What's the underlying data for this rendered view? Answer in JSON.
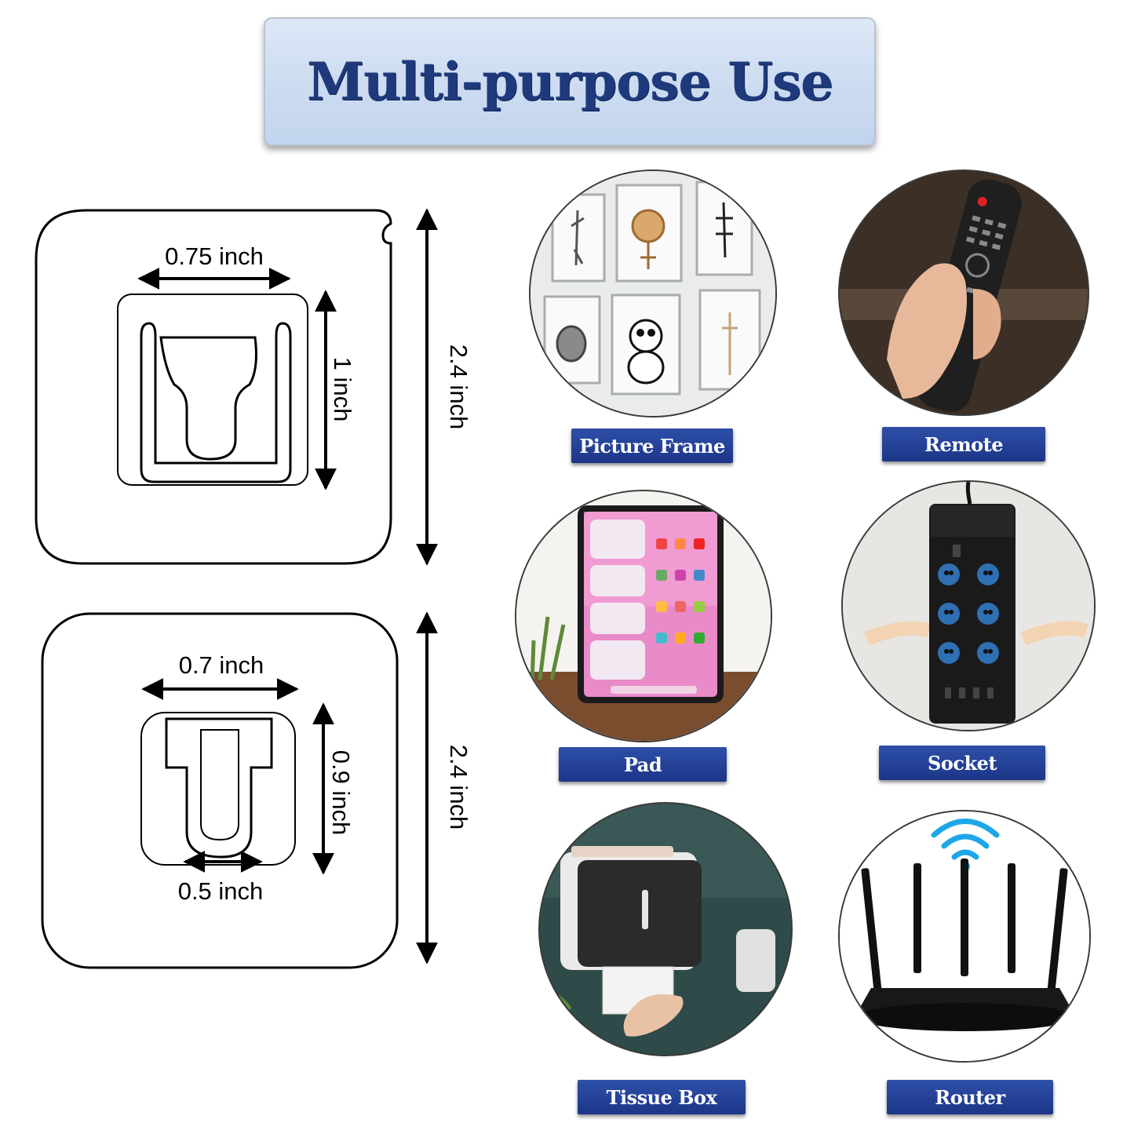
{
  "title": "Multi-purpose Use",
  "large_hook": {
    "width": "0.75 inch",
    "height": "1 inch",
    "pad_height": "2.4 inch"
  },
  "small_hook": {
    "width": "0.7 inch",
    "height": "0.9 inch",
    "bottom_width": "0.5 inch",
    "pad_height": "2.4 inch"
  },
  "uses": [
    {
      "label": "Picture Frame",
      "icon": "picture-frames-image"
    },
    {
      "label": "Remote",
      "icon": "remote-control-image"
    },
    {
      "label": "Pad",
      "icon": "tablet-image"
    },
    {
      "label": "Socket",
      "icon": "power-strip-image"
    },
    {
      "label": "Tissue Box",
      "icon": "tissue-box-image"
    },
    {
      "label": "Router",
      "icon": "router-image"
    }
  ],
  "colors": {
    "title": "#1f3a7c",
    "label_bg": "#1c3688",
    "banner_bg": "#cddcf1"
  }
}
